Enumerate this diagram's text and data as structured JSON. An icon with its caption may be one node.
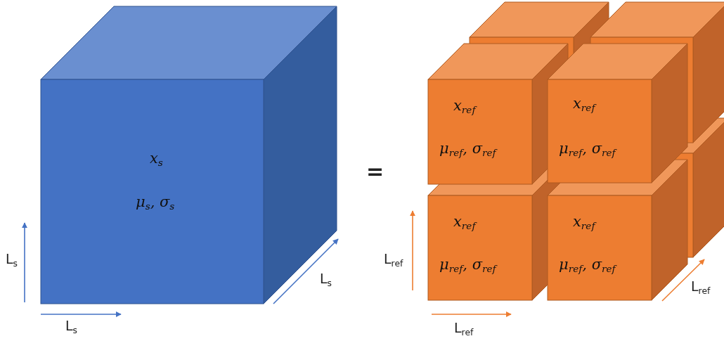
{
  "diagram": {
    "nodes": [
      {
        "text": [
          "x$_{s}$",
          "μ$_{s}$, σ$_{s}$"
        ]
      },
      {
        "text": [
          "x$_{ref}$",
          "μ$_{ref}$, σ$_{ref}$"
        ]
      },
      {
        "text": [
          "x$_{ref}$",
          "μ$_{ref}$, σ$_{ref}$"
        ]
      },
      {
        "text": [
          "x$_{ref}$",
          "μ$_{ref}$, σ$_{ref}$"
        ]
      },
      {
        "text": [
          "x$_{ref}$",
          "μ$_{ref}$, σ$_{ref}$"
        ]
      }
    ],
    "edges": [],
    "labels": [
      "L$_{s}$",
      "L$_{s}$",
      "L$_{s}$",
      "=",
      "L$_{ref}$",
      "L$_{ref}$",
      "L$_{ref}$"
    ]
  }
}
